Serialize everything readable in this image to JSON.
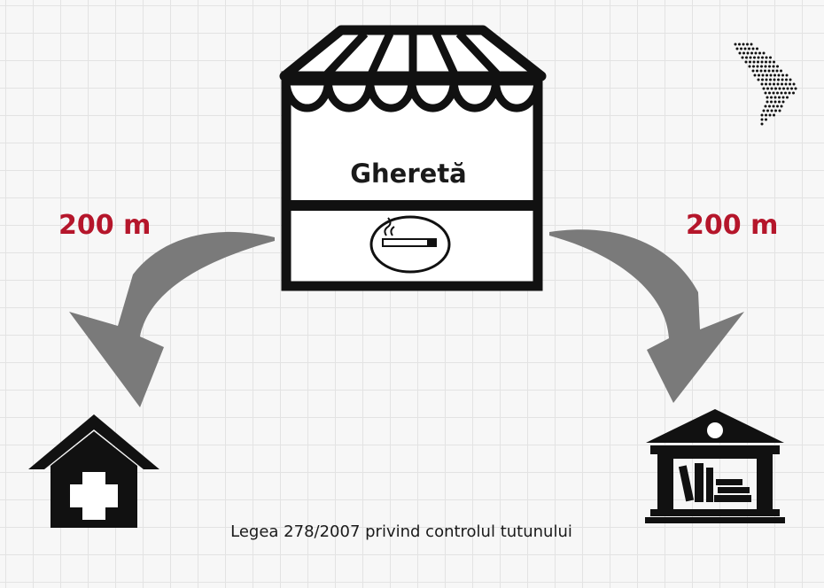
{
  "kiosk": {
    "label": "Gheretă"
  },
  "distances": {
    "left": "200 m",
    "right": "200 m"
  },
  "caption": "Legea 278/2007 privind controlul tutunului",
  "icons": {
    "kiosk": "kiosk-shop-icon",
    "no_smoking": "cigarette-icon",
    "medical": "medical-house-icon",
    "institution": "library-building-icon",
    "map": "moldova-dotted-map-icon"
  },
  "colors": {
    "distance": "#b5162b",
    "arrow": "#7a7a7a",
    "ink": "#111111"
  }
}
